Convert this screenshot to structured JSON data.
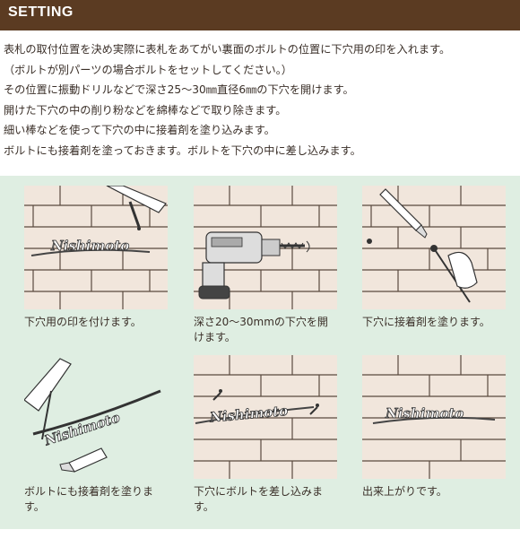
{
  "header": {
    "title": "SETTING"
  },
  "intro": {
    "lines": [
      "表札の取付位置を決め実際に表札をあてがい裏面のボルトの位置に下穴用の印を入れます。",
      "（ボルトが別パーツの場合ボルトをセットしてください。）",
      "その位置に振動ドリルなどで深さ25～30㎜直径6㎜の下穴を開けます。",
      "開けた下穴の中の削り粉などを綿棒などで取り除きます。",
      "細い棒などを使って下穴の中に接着剤を塗り込みます。",
      "ボルトにも接着剤を塗っておきます。ボルトを下穴の中に差し込みます。"
    ]
  },
  "nameplate_text": "Nishimoto",
  "colors": {
    "header_bg": "#5b3b22",
    "panel_bg": "#dfeee2",
    "brick": "#f1e6dc",
    "mortar": "#5a4a3e"
  },
  "steps": [
    {
      "caption": "下穴用の印を付けます。",
      "icon": "marking-pen-icon"
    },
    {
      "caption": "深さ20～30mmの下穴を開けます。",
      "icon": "drill-icon"
    },
    {
      "caption": "下穴に接着剤を塗ります。",
      "icon": "adhesive-tube-icon"
    },
    {
      "caption": "ボルトにも接着剤を塗ります。",
      "icon": "adhesive-tube-icon"
    },
    {
      "caption": "下穴にボルトを差し込みます。",
      "icon": "bolt-icon"
    },
    {
      "caption": "出来上がりです。",
      "icon": "nameplate-icon"
    }
  ]
}
